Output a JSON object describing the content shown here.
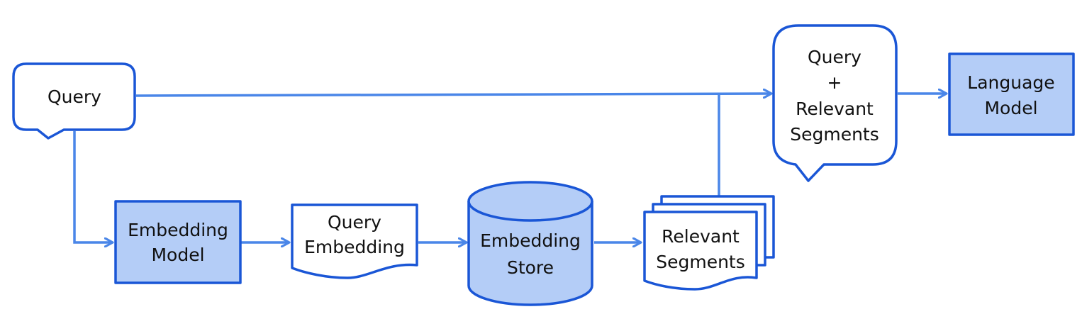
{
  "colors": {
    "outline": "#1a56d6",
    "arrow": "#4a86e8",
    "fill_light": "#b4cdf7",
    "fill_white": "#ffffff",
    "text": "#111111"
  },
  "nodes": {
    "query": {
      "lines": [
        "Query"
      ]
    },
    "embedding_model": {
      "lines": [
        "Embedding",
        "Model"
      ]
    },
    "query_embedding": {
      "lines": [
        "Query",
        "Embedding"
      ]
    },
    "embedding_store": {
      "lines": [
        "Embedding",
        "Store"
      ]
    },
    "relevant_segments": {
      "lines": [
        "Relevant",
        "Segments"
      ]
    },
    "query_plus_segments": {
      "lines": [
        "Query",
        "+",
        "Relevant",
        "Segments"
      ]
    },
    "language_model": {
      "lines": [
        "Language",
        "Model"
      ]
    }
  }
}
